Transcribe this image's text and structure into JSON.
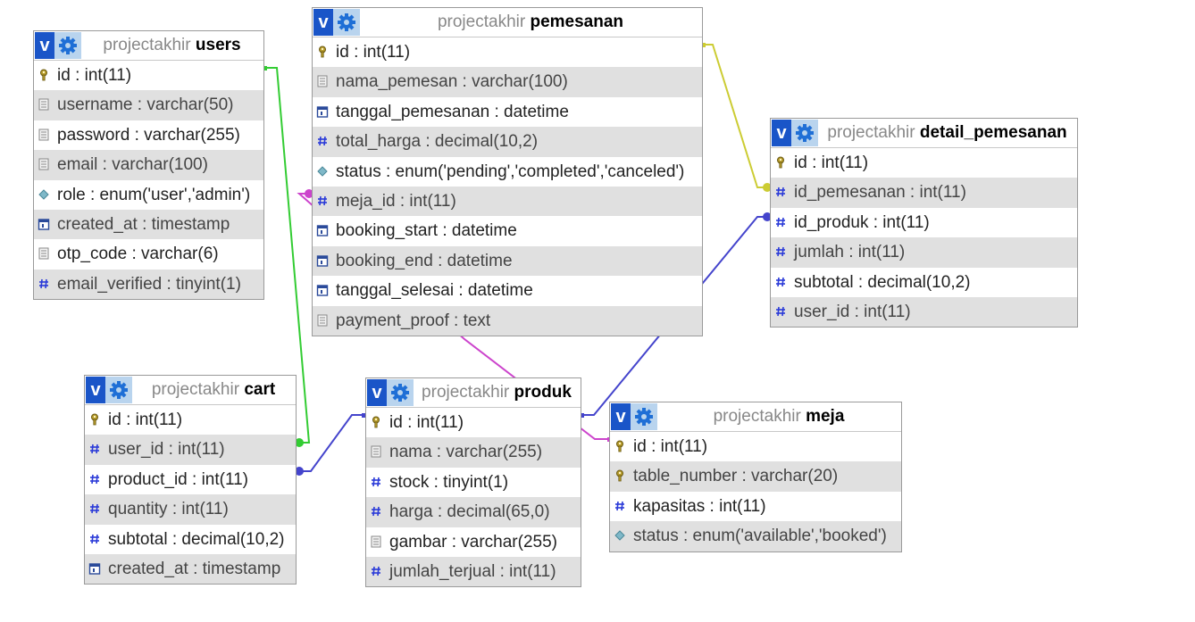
{
  "database": "projectakhir",
  "colors": {
    "users_cart": "#33cc33",
    "pemesanan_detail": "#cccc33",
    "produk_detail": "#4444cc",
    "cart_produk": "#4444cc",
    "pemesanan_meja": "#cc44cc"
  },
  "tables": [
    {
      "name": "users",
      "fields": [
        {
          "label": "id : int(11)",
          "icon": "key-icon"
        },
        {
          "label": "username : varchar(50)",
          "icon": "text-icon"
        },
        {
          "label": "password : varchar(255)",
          "icon": "text-icon"
        },
        {
          "label": "email : varchar(100)",
          "icon": "text-icon"
        },
        {
          "label": "role : enum('user','admin')",
          "icon": "enum-icon"
        },
        {
          "label": "created_at : timestamp",
          "icon": "date-icon"
        },
        {
          "label": "otp_code : varchar(6)",
          "icon": "text-icon"
        },
        {
          "label": "email_verified : tinyint(1)",
          "icon": "number-icon"
        }
      ]
    },
    {
      "name": "pemesanan",
      "fields": [
        {
          "label": "id : int(11)",
          "icon": "key-icon"
        },
        {
          "label": "nama_pemesan : varchar(100)",
          "icon": "text-icon"
        },
        {
          "label": "tanggal_pemesanan : datetime",
          "icon": "date-icon"
        },
        {
          "label": "total_harga : decimal(10,2)",
          "icon": "number-icon"
        },
        {
          "label": "status : enum('pending','completed','canceled')",
          "icon": "enum-icon"
        },
        {
          "label": "meja_id : int(11)",
          "icon": "number-icon"
        },
        {
          "label": "booking_start : datetime",
          "icon": "date-icon"
        },
        {
          "label": "booking_end : datetime",
          "icon": "date-icon"
        },
        {
          "label": "tanggal_selesai : datetime",
          "icon": "date-icon"
        },
        {
          "label": "payment_proof : text",
          "icon": "text-icon"
        }
      ]
    },
    {
      "name": "detail_pemesanan",
      "fields": [
        {
          "label": "id : int(11)",
          "icon": "key-icon"
        },
        {
          "label": "id_pemesanan : int(11)",
          "icon": "number-icon"
        },
        {
          "label": "id_produk : int(11)",
          "icon": "number-icon"
        },
        {
          "label": "jumlah : int(11)",
          "icon": "number-icon"
        },
        {
          "label": "subtotal : decimal(10,2)",
          "icon": "number-icon"
        },
        {
          "label": "user_id : int(11)",
          "icon": "number-icon"
        }
      ]
    },
    {
      "name": "cart",
      "fields": [
        {
          "label": "id : int(11)",
          "icon": "key-icon"
        },
        {
          "label": "user_id : int(11)",
          "icon": "number-icon"
        },
        {
          "label": "product_id : int(11)",
          "icon": "number-icon"
        },
        {
          "label": "quantity : int(11)",
          "icon": "number-icon"
        },
        {
          "label": "subtotal : decimal(10,2)",
          "icon": "number-icon"
        },
        {
          "label": "created_at : timestamp",
          "icon": "date-icon"
        }
      ]
    },
    {
      "name": "produk",
      "fields": [
        {
          "label": "id : int(11)",
          "icon": "key-icon"
        },
        {
          "label": "nama : varchar(255)",
          "icon": "text-icon"
        },
        {
          "label": "stock : tinyint(1)",
          "icon": "number-icon"
        },
        {
          "label": "harga : decimal(65,0)",
          "icon": "number-icon"
        },
        {
          "label": "gambar : varchar(255)",
          "icon": "text-icon"
        },
        {
          "label": "jumlah_terjual : int(11)",
          "icon": "number-icon"
        }
      ]
    },
    {
      "name": "meja",
      "fields": [
        {
          "label": "id : int(11)",
          "icon": "key-icon"
        },
        {
          "label": "table_number : varchar(20)",
          "icon": "key-icon"
        },
        {
          "label": "kapasitas : int(11)",
          "icon": "number-icon"
        },
        {
          "label": "status : enum('available','booked')",
          "icon": "enum-icon"
        }
      ]
    }
  ]
}
